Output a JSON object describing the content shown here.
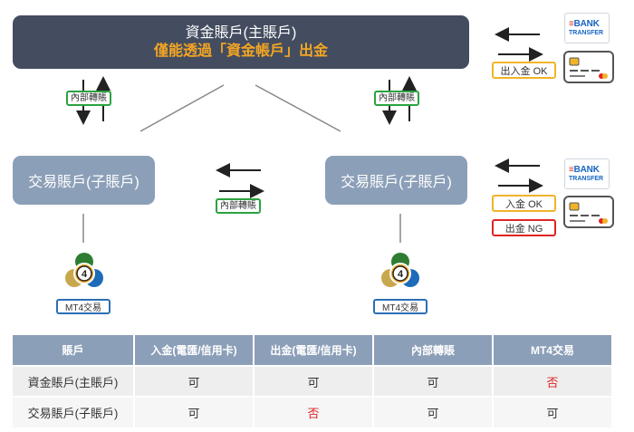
{
  "main_account": {
    "title": "資金賬戶(主賬戶)",
    "note": "僅能透過「資金帳戶」出金"
  },
  "sub_account_left": "交易賬戶(子賬戶)",
  "sub_account_right": "交易賬戶(子賬戶)",
  "internal_transfer": "內部轉賬",
  "bank_logo": {
    "line1": "BANK",
    "line2": "TRANSFER"
  },
  "status": {
    "in_out_ok": "出入金 OK",
    "deposit_ok": "入金 OK",
    "withdraw_ng": "出金 NG"
  },
  "mt4_label": "MT4交易",
  "mt4_badge": "4",
  "colors": {
    "main": "#444d5f",
    "sub": "#8c9fb8",
    "accent": "#f5a623",
    "green": "#2aa33f",
    "red": "#e02424",
    "blue": "#2b6fb6"
  },
  "table": {
    "headers": [
      "賬戶",
      "入金(電匯/信用卡)",
      "出金(電匯/信用卡)",
      "內部轉賬",
      "MT4交易"
    ],
    "rows": [
      [
        "資金賬戶(主賬戶)",
        "可",
        "可",
        "可",
        "否"
      ],
      [
        "交易賬戶(子賬戶)",
        "可",
        "否",
        "可",
        "可"
      ]
    ]
  }
}
